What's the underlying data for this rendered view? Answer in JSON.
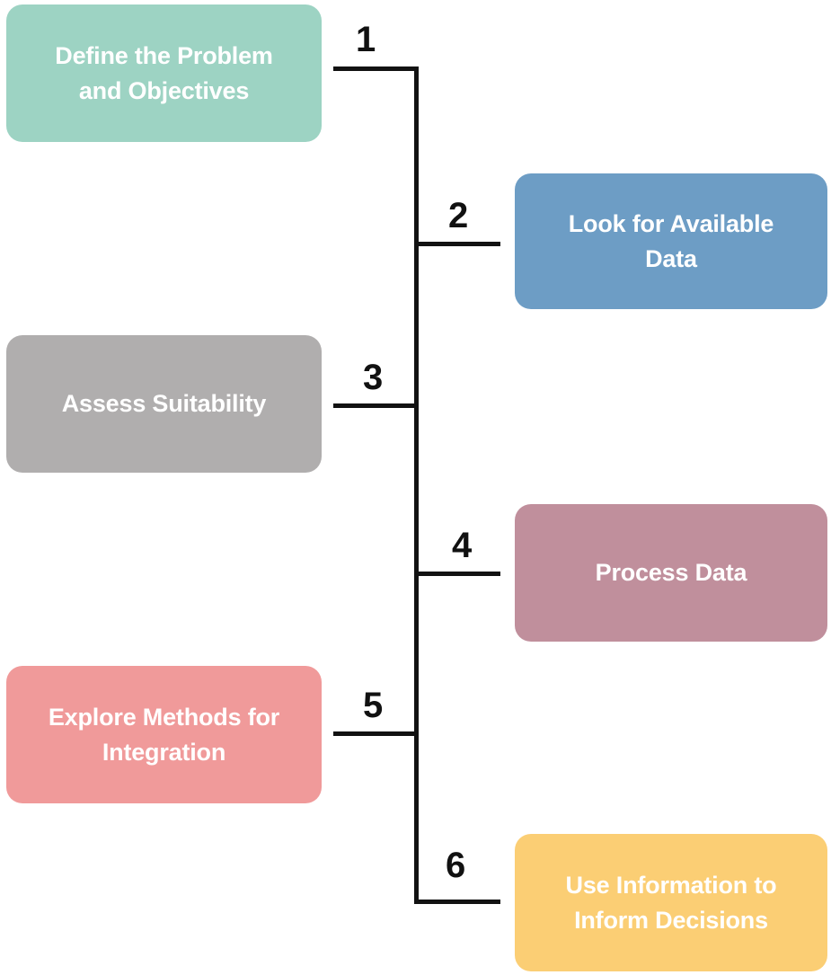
{
  "diagram": {
    "type": "vertical-timeline-steps",
    "orientation": "vertical-spine-with-alternating-branches",
    "background_color": "#FFFFFF",
    "line_color": "#121212",
    "number_color": "#111111",
    "label_text_color": "#FFFFFF",
    "steps": [
      {
        "number": "1",
        "label": "Define the Problem\nand Objectives",
        "side": "left",
        "color": "#9DD3C3",
        "color_name": "mint-green"
      },
      {
        "number": "2",
        "label": "Look for Available\nData",
        "side": "right",
        "color": "#6D9DC5",
        "color_name": "steel-blue"
      },
      {
        "number": "3",
        "label": "Assess Suitability",
        "side": "left",
        "color": "#B0AEAE",
        "color_name": "warm-gray"
      },
      {
        "number": "4",
        "label": "Process Data",
        "side": "right",
        "color": "#C08F9C",
        "color_name": "dusty-rose"
      },
      {
        "number": "5",
        "label": "Explore Methods for\nIntegration",
        "side": "left",
        "color": "#F09A9A",
        "color_name": "salmon-pink"
      },
      {
        "number": "6",
        "label": "Use Information to\nInform Decisions",
        "side": "right",
        "color": "#FBCE74",
        "color_name": "amber-yellow"
      }
    ]
  }
}
